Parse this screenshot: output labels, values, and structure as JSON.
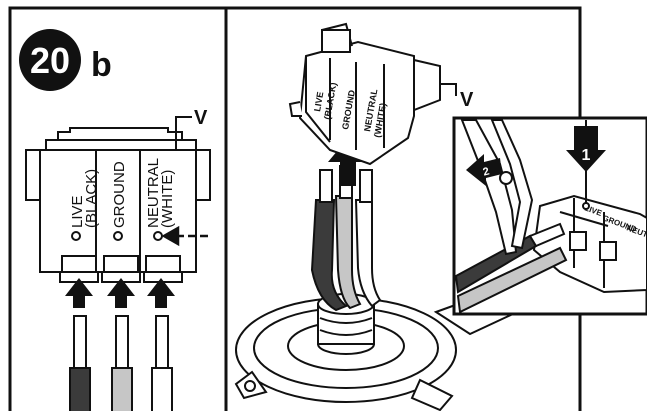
{
  "step": {
    "number": "20",
    "suffix": "b"
  },
  "connector": {
    "marker": "V",
    "labels": {
      "live": "LIVE",
      "live_color": "(BLACK)",
      "ground": "GROUND",
      "neutral": "NEUTRAL",
      "neutral_color": "(WHITE)"
    }
  },
  "detail": {
    "step1": "1",
    "step2": "2"
  },
  "colors": {
    "line": "#111111",
    "fill": "#ffffff",
    "light": "#f0f0f0",
    "live_wire": "#3b3b3b",
    "ground_wire": "#c6c6c6",
    "neutral_wire": "#ffffff",
    "badge": "#111111"
  }
}
